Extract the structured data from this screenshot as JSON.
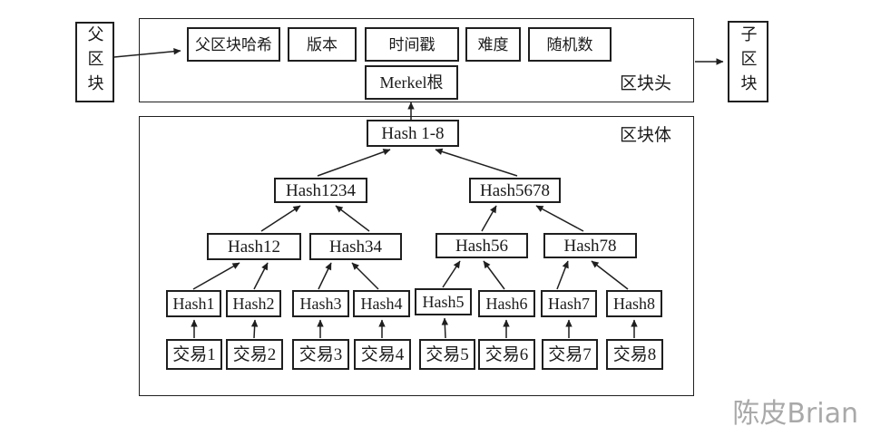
{
  "diagram": {
    "parent_block_label": "父区块",
    "child_block_label": "子区块",
    "header": {
      "title": "区块头",
      "fields": [
        "父区块哈希",
        "版本",
        "时间戳",
        "难度",
        "随机数"
      ],
      "merkle_root_label": "Merkel根"
    },
    "body": {
      "title": "区块体",
      "merkle_tree": {
        "root": "Hash 1-8",
        "level2": [
          "Hash1234",
          "Hash5678"
        ],
        "level3": [
          "Hash12",
          "Hash34",
          "Hash56",
          "Hash78"
        ],
        "leaves": [
          "Hash1",
          "Hash2",
          "Hash3",
          "Hash4",
          "Hash5",
          "Hash6",
          "Hash7",
          "Hash8"
        ],
        "transactions": [
          "交易1",
          "交易2",
          "交易3",
          "交易4",
          "交易5",
          "交易6",
          "交易7",
          "交易8"
        ]
      }
    },
    "watermark": "陈皮Brian",
    "colors": {
      "line": "#1f1f1f",
      "text": "#1a1a1a",
      "watermark": "#a9a9a9",
      "background": "#ffffff"
    }
  }
}
